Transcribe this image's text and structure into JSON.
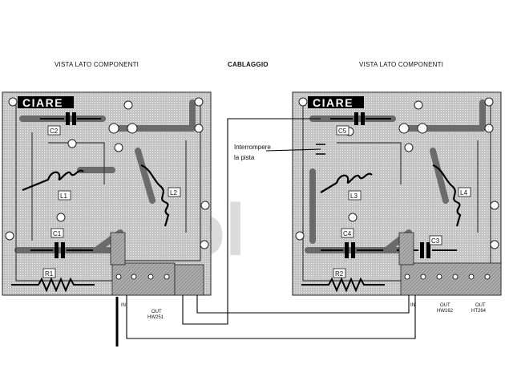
{
  "headers": {
    "left_view": "VISTA LATO COMPONENTI",
    "center": "CABLAGGIO",
    "right_view": "VISTA LATO COMPONENTI"
  },
  "annotation": {
    "line1": "Interrompere",
    "line2": "la pista"
  },
  "left_board": {
    "logo": "CIARE",
    "labels": {
      "c2": "C2",
      "l1": "L1",
      "l2": "L2",
      "c1": "C1",
      "r1": "R1"
    },
    "terminals": {
      "in": "IN",
      "out": "OUT",
      "model": "HW251"
    }
  },
  "right_board": {
    "logo": "CIARE",
    "labels": {
      "c5": "C5",
      "l3": "L3",
      "l4": "L4",
      "c4": "C4",
      "c3": "C3",
      "r2": "R2"
    },
    "terminals": {
      "in": "IN",
      "out1": "OUT",
      "model1": "HW162",
      "out2": "OUT",
      "model2": "HT264"
    }
  },
  "watermark": "isol",
  "colors": {
    "board": "#b8b8b8",
    "trace": "#5a5a5a",
    "pad": "#ffffff",
    "ink": "#111111"
  }
}
